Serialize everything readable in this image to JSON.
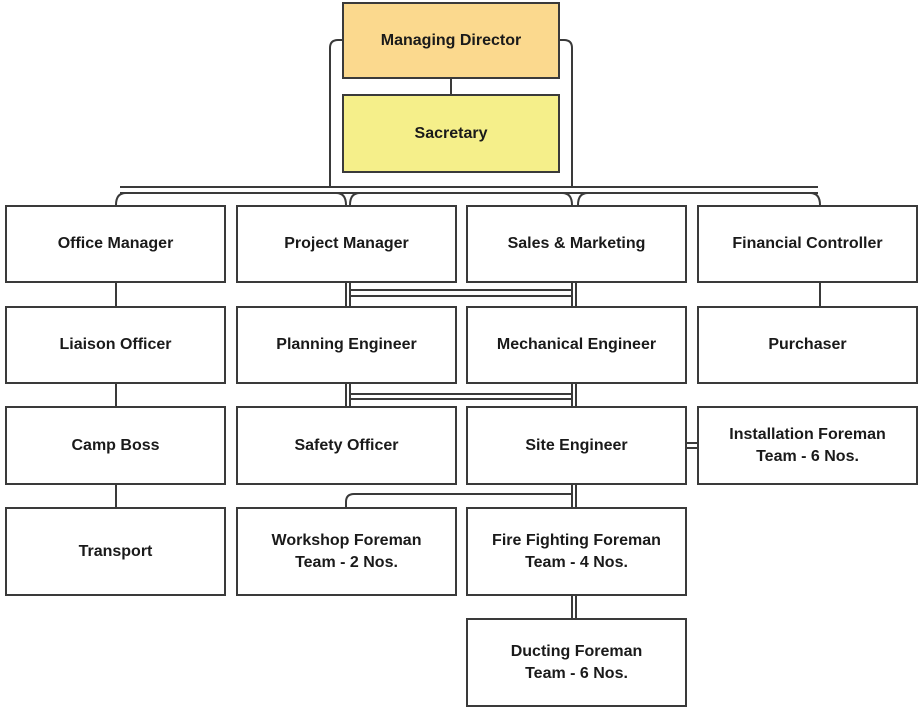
{
  "colors": {
    "managing_director_fill": "#fbd98e",
    "secretary_fill": "#f5ef8a",
    "box_border": "#3a3a3a",
    "line": "#3a3a3a"
  },
  "nodes": {
    "managing_director": "Managing Director",
    "secretary": "Sacretary",
    "office_manager": "Office Manager",
    "project_manager": "Project Manager",
    "sales_marketing": "Sales & Marketing",
    "financial_controller": "Financial Controller",
    "liaison_officer": "Liaison Officer",
    "planning_engineer": "Planning Engineer",
    "mechanical_engineer": "Mechanical Engineer",
    "purchaser": "Purchaser",
    "camp_boss": "Camp Boss",
    "safety_officer": "Safety Officer",
    "site_engineer": "Site Engineer",
    "installation_foreman": "Installation Foreman\nTeam - 6 Nos.",
    "transport": "Transport",
    "workshop_foreman": "Workshop Foreman\nTeam - 2 Nos.",
    "fire_fighting_foreman": "Fire Fighting Foreman\nTeam - 4 Nos.",
    "ducting_foreman": "Ducting Foreman\nTeam - 6 Nos."
  }
}
